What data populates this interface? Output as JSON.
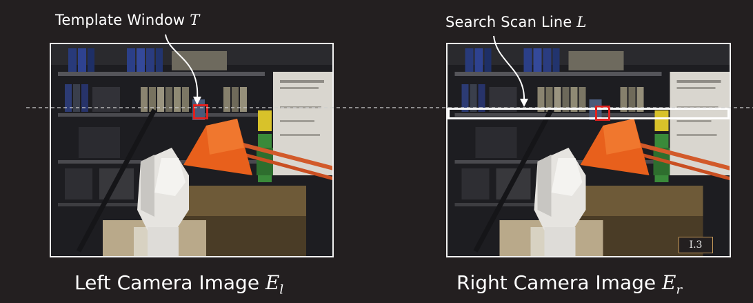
{
  "annotations": {
    "template_label": "Template Window",
    "template_symbol": "T",
    "scan_label": "Search Scan Line",
    "scan_symbol": "L"
  },
  "captions": {
    "left": "Left Camera Image",
    "left_symbol": "E",
    "left_subscript": "l",
    "right": "Right Camera Image",
    "right_symbol": "E",
    "right_subscript": "r"
  },
  "slide_badge": "I.3",
  "colors": {
    "background": "#231f20",
    "template_box": "#e0211f",
    "scan_line": "#ffffff",
    "lamp": "#e8601c"
  },
  "icons": {
    "arrow": "curved-arrow",
    "epipolar_line": "dashed-horizontal-line"
  }
}
